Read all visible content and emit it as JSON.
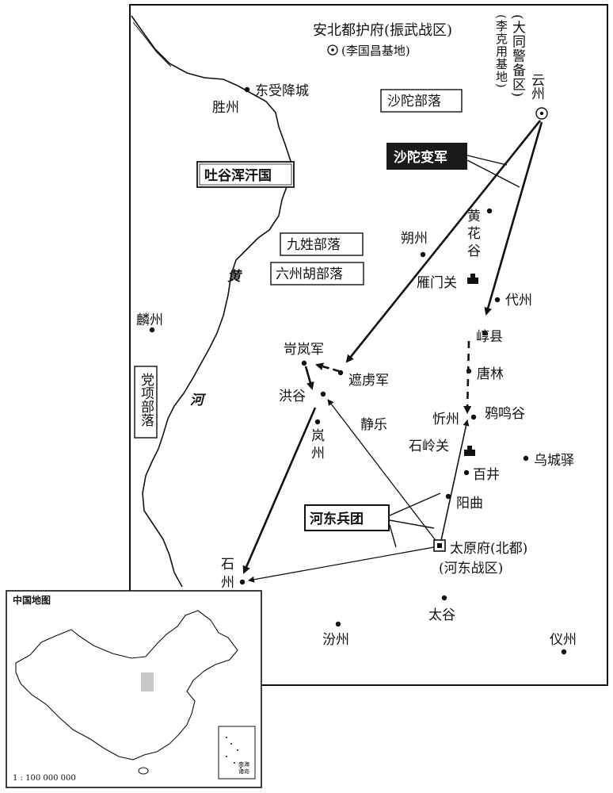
{
  "header": {
    "protectorate": "安北都护府(振武战区)",
    "li_guochang_base": "(李国昌基地)",
    "datong_v1": "(大同警备区)",
    "datong_v2": "(李克用基地)"
  },
  "cities": {
    "yunzhou": "云州",
    "dongshoujiang": "东受降城",
    "shengzhou": "胜州",
    "huanghuagu_1": "黄",
    "huanghuagu_2": "花",
    "huanghuagu_3": "谷",
    "shuozhou": "朔州",
    "yanmenguan": "雁门关",
    "daizhou": "代州",
    "linzhou": "麟州",
    "chunxian": "崞县",
    "kelanjun": "岢岚军",
    "zheluojun": "遮虏军",
    "tanglin": "唐林",
    "honggu": "洪谷",
    "jingle": "静乐",
    "xinzhou": "忻州",
    "yaminggu": "鸦鸣谷",
    "lanzhou_1": "岚",
    "lanzhou_2": "州",
    "shilingguan": "石岭关",
    "baijing": "百井",
    "wuchengyi": "乌城驿",
    "yangqu": "阳曲",
    "taiyuan": "太原府(北都)",
    "hedong_zone": "(河东战区)",
    "shizhou_1": "石",
    "shizhou_2": "州",
    "taigu": "太谷",
    "fenzhou": "汾州",
    "yizhou": "仪州"
  },
  "tribes": {
    "shatuo": "沙陀部落",
    "tuyuhun": "吐谷浑汗国",
    "jiuxing": "九姓部落",
    "liuzhou": "六州胡部落",
    "dangxiang": "党项部落"
  },
  "armies": {
    "shatuo_army": "沙陀变军",
    "hedong_army": "河东兵团"
  },
  "river": {
    "huang": "黄",
    "he": "河"
  },
  "inset": {
    "title": "中国地图",
    "scale": "1 : 100 000 000",
    "south_sea_1": "南海",
    "south_sea_2": "诸岛"
  },
  "colors": {
    "ink": "#111111",
    "shatuo_label_bg": "#1a1a1a",
    "highlight_region": "#c8c8c8"
  }
}
